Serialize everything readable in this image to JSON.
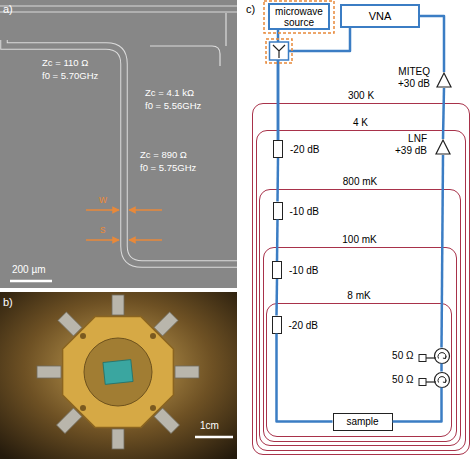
{
  "diagram": {
    "nodes": [
      {
        "text": [
          "microwave source"
        ]
      },
      {
        "text": [
          "VNA"
        ]
      },
      {
        "text": [
          "MITEQ +30 dB"
        ]
      },
      {
        "text": [
          "300 K"
        ]
      },
      {
        "text": [
          "4 K"
        ],
        "in": 3
      },
      {
        "text": [
          "LNF +39 dB"
        ],
        "in": 4
      },
      {
        "text": [
          "-20 dB"
        ],
        "in": 4
      },
      {
        "text": [
          "800 mK"
        ],
        "in": 4
      },
      {
        "text": [
          "-10 dB"
        ],
        "in": 7
      },
      {
        "text": [
          "100 mK"
        ],
        "in": 7
      },
      {
        "text": [
          "-10 dB"
        ],
        "in": 9
      },
      {
        "text": [
          "8 mK"
        ],
        "in": 9
      },
      {
        "text": [
          "-20 dB"
        ],
        "in": 11
      },
      {
        "text": [
          "50 Ω"
        ],
        "in": 11
      },
      {
        "text": [
          "50 Ω"
        ],
        "in": 11
      },
      {
        "text": [
          "sample"
        ],
        "in": 11
      }
    ],
    "edges": [
      {
        "from": 0,
        "to": 6,
        "arrow": "none"
      },
      {
        "from": 1,
        "to": 6,
        "arrow": "none"
      },
      {
        "from": 6,
        "to": 8,
        "arrow": "none"
      },
      {
        "from": 8,
        "to": 10,
        "arrow": "none"
      },
      {
        "from": 10,
        "to": 12,
        "arrow": "none"
      },
      {
        "from": 12,
        "to": 15,
        "arrow": "none"
      },
      {
        "from": 15,
        "to": 14,
        "arrow": "none"
      },
      {
        "from": 14,
        "to": 13,
        "arrow": "none"
      },
      {
        "from": 13,
        "to": 5,
        "arrow": "none"
      },
      {
        "from": 5,
        "to": 2,
        "arrow": "none"
      },
      {
        "from": 2,
        "to": 1,
        "arrow": "none"
      }
    ],
    "labels": [
      "a)",
      "Zc = 110 Ω",
      "f0 = 5.70GHz",
      "Zc = 4.1 kΩ",
      "f0 = 5.56GHz",
      "Zc = 890 Ω",
      "f0 = 5.75GHz",
      "w",
      "s",
      "200 µm",
      "b)",
      "1cm",
      "c)"
    ]
  }
}
